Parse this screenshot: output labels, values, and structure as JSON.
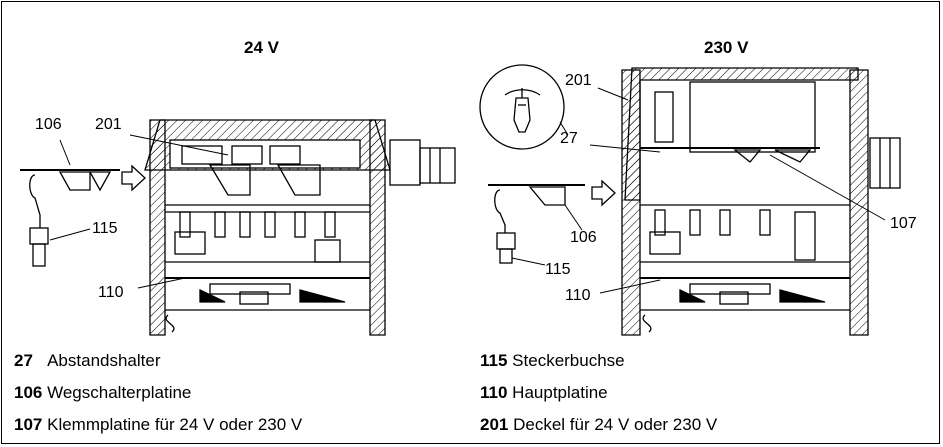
{
  "titles": {
    "left": "24 V",
    "right": "230 V"
  },
  "callouts": {
    "left_106": "106",
    "left_201": "201",
    "left_115": "115",
    "left_110": "110",
    "right_201": "201",
    "right_27": "27",
    "right_106": "106",
    "right_107": "107",
    "right_115": "115",
    "right_110": "110"
  },
  "legend": [
    {
      "num": "27",
      "text": "Abstandshalter"
    },
    {
      "num": "106",
      "text": "Wegschalterplatine"
    },
    {
      "num": "107",
      "text": "Klemmplatine für 24 V oder 230 V"
    },
    {
      "num": "115",
      "text": "Steckerbuchse"
    },
    {
      "num": "110",
      "text": "Hauptplatine"
    },
    {
      "num": "201",
      "text": "Deckel für 24 V oder 230 V"
    }
  ]
}
